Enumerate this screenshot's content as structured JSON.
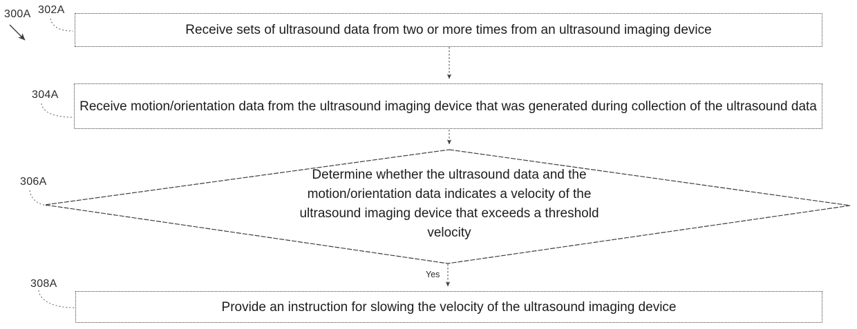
{
  "figure": {
    "ref_label": "300A",
    "yes_label": "Yes",
    "nodes": [
      {
        "label": "302A",
        "type": "process",
        "text": "Receive sets of ultrasound data from two or more times from an ultrasound imaging device"
      },
      {
        "label": "304A",
        "type": "process",
        "text": "Receive motion/orientation data from the ultrasound imaging device that was generated during collection of the ultrasound data"
      },
      {
        "label": "306A",
        "type": "decision",
        "text_lines": [
          "Determine whether the ultrasound data and the",
          "motion/orientation data indicates a velocity of the",
          "ultrasound imaging device that exceeds a threshold",
          "velocity"
        ]
      },
      {
        "label": "308A",
        "type": "process",
        "text": "Provide an instruction for slowing the velocity of the ultrasound imaging device"
      }
    ],
    "colors": {
      "line": "#3c3c3c",
      "text": "#1c1c1c",
      "background": "#ffffff"
    }
  }
}
